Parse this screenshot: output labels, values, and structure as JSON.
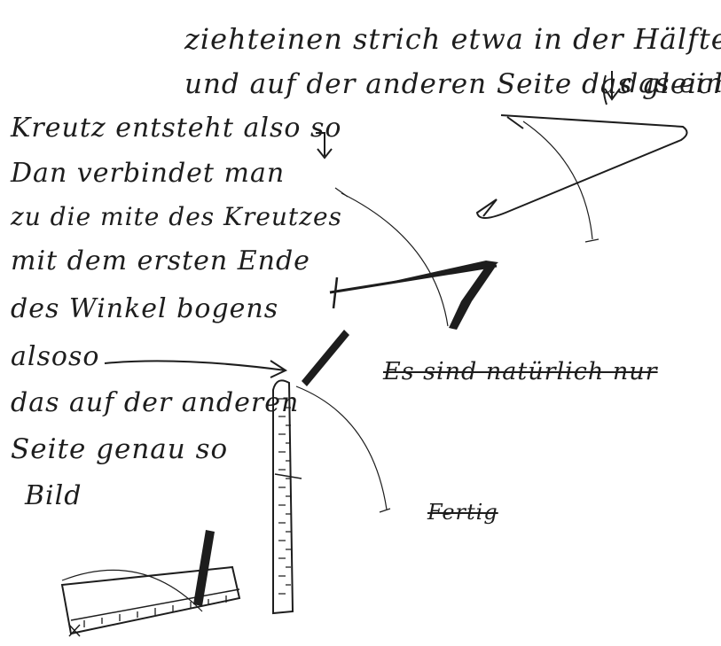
{
  "note": {
    "lines": [
      "ziehteinen strich etwa in der Hälfte also so",
      "und auf der anderen Seite das gleich so",
      "das ein",
      "Kreutz entsteht also so",
      "Dan verbindet man",
      "zu die mite des Kreutzes",
      "mit dem ersten Ende",
      "des Winkel bogens",
      "alsoso",
      "das auf der anderen",
      "Seite genau so",
      "Bild"
    ],
    "crossed_out": [
      "Es sind natürlich nur",
      "Fertig"
    ]
  },
  "colors": {
    "ink": "#1d1d1d",
    "paper": "#ffffff"
  }
}
